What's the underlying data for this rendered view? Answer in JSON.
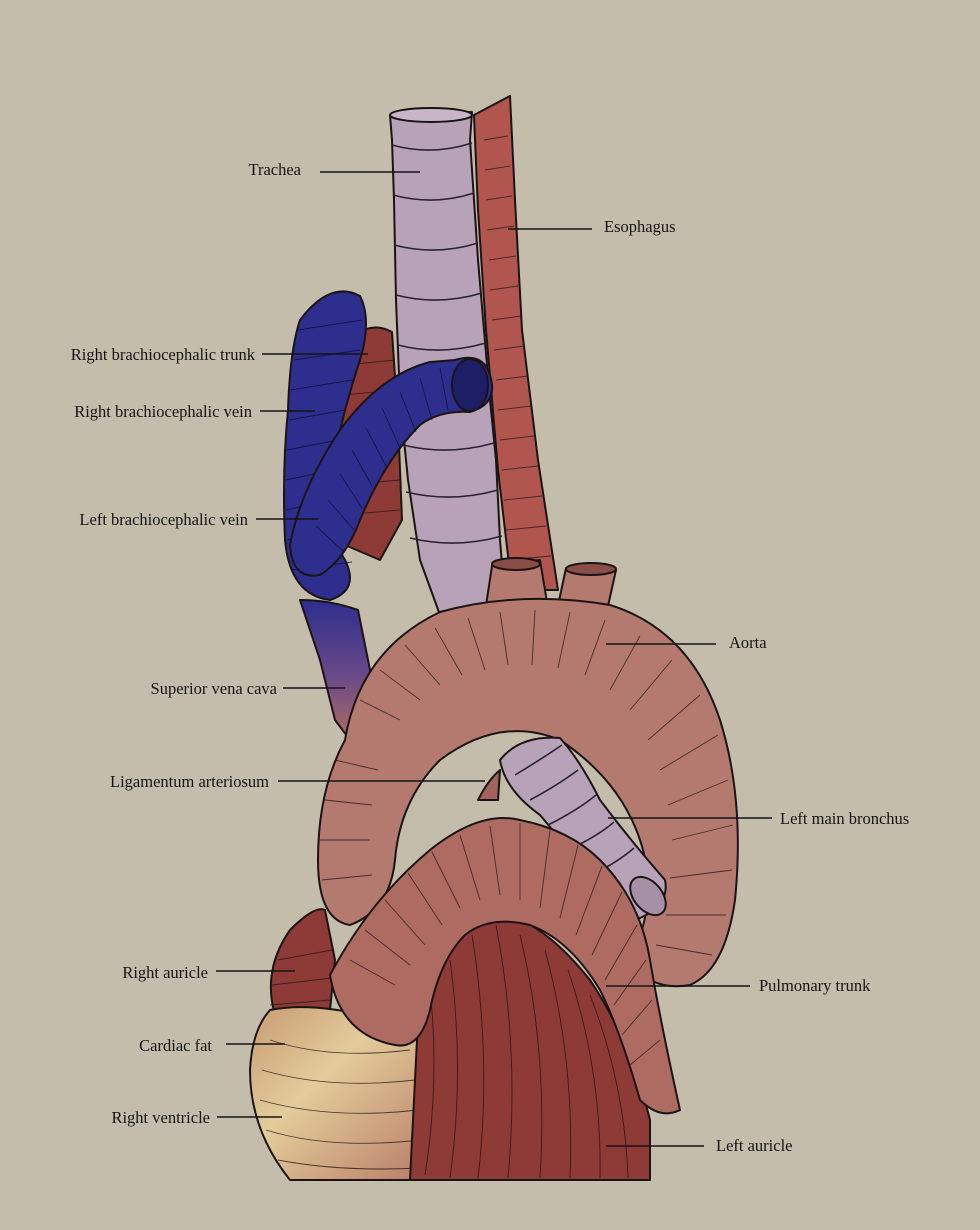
{
  "colors": {
    "background": "#c5bdab",
    "artery_pink": "#ae6b62",
    "aorta_pink": "#b47a70",
    "vein_blue": "#2e2e8e",
    "muscle_red": "#8e3a36",
    "esophagus_red": "#b0564e",
    "trachea_lilac": "#b8a2b8",
    "fat_cream": "#e3cc9a"
  },
  "labels": {
    "trachea": "Trachea",
    "esophagus": "Esophagus",
    "right_brachiocephalic_trunk": "Right brachiocephalic trunk",
    "right_brachiocephalic_vein": "Right brachiocephalic vein",
    "left_brachiocephalic_vein": "Left brachiocephalic vein",
    "aorta": "Aorta",
    "superior_vena_cava": "Superior vena cava",
    "ligamentum_arteriosum": "Ligamentum arteriosum",
    "left_main_bronchus": "Left main bronchus",
    "right_auricle": "Right auricle",
    "pulmonary_trunk": "Pulmonary trunk",
    "cardiac_fat": "Cardiac fat",
    "right_ventricle": "Right ventricle",
    "left_auricle": "Left auricle"
  }
}
